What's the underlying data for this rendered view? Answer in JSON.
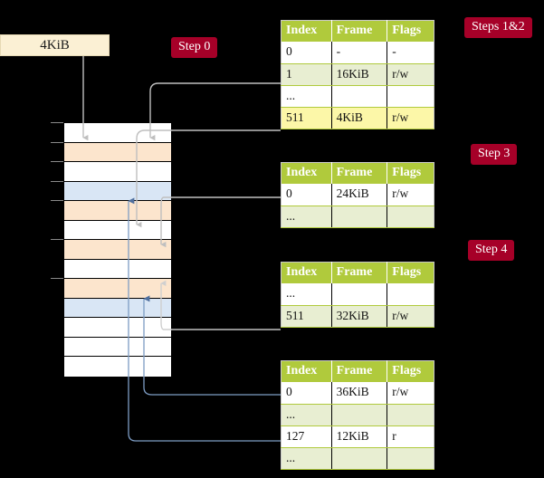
{
  "diagram": {
    "title_badges": [
      {
        "id": "steps-1-2",
        "label": "Steps 1&2"
      },
      {
        "id": "step-3",
        "label": "Step 3"
      },
      {
        "id": "step-4",
        "label": "Step 4"
      },
      {
        "id": "step-0",
        "label": "Step 0"
      }
    ],
    "virtual_address": {
      "label": "4KiB"
    },
    "colors": {
      "badge_bg": "#a60028",
      "badge_fg": "#ffffff",
      "table_header_bg": "#b0ca3c",
      "table_alt_row_bg": "#e8eed2",
      "highlight_bg": "#fcf7a8",
      "memory_orange": "#fce5cd",
      "memory_blue": "#d9e6f5",
      "vaddr_bg": "#fbf0d4",
      "wire_gray": "#b3b3b3",
      "wire_blue": "#7d9cc4",
      "background": "#000000"
    },
    "memory_column": {
      "rows": [
        {
          "index": 0,
          "fill": "white"
        },
        {
          "index": 1,
          "fill": "orange"
        },
        {
          "index": 2,
          "fill": "white"
        },
        {
          "index": 3,
          "fill": "blue"
        },
        {
          "index": 4,
          "fill": "orange"
        },
        {
          "index": 5,
          "fill": "white"
        },
        {
          "index": 6,
          "fill": "orange"
        },
        {
          "index": 7,
          "fill": "white"
        },
        {
          "index": 8,
          "fill": "orange"
        },
        {
          "index": 9,
          "fill": "blue"
        },
        {
          "index": 10,
          "fill": "white"
        },
        {
          "index": 11,
          "fill": "white"
        },
        {
          "index": 12,
          "fill": "white"
        }
      ]
    },
    "tables": [
      {
        "id": "table-level-1",
        "headers": [
          "Index",
          "Frame",
          "Flags"
        ],
        "rows": [
          {
            "cells": [
              "0",
              "-",
              "-"
            ],
            "style": "plain",
            "highlight": false
          },
          {
            "cells": [
              "1",
              "16KiB",
              "r/w"
            ],
            "style": "alt",
            "highlight": false
          },
          {
            "cells": [
              "...",
              "",
              ""
            ],
            "style": "plain",
            "highlight": false
          },
          {
            "cells": [
              "511",
              "4KiB",
              "r/w"
            ],
            "style": "alt",
            "highlight": true
          }
        ]
      },
      {
        "id": "table-level-2",
        "headers": [
          "Index",
          "Frame",
          "Flags"
        ],
        "rows": [
          {
            "cells": [
              "0",
              "24KiB",
              "r/w"
            ],
            "style": "plain",
            "highlight": false
          },
          {
            "cells": [
              "...",
              "",
              ""
            ],
            "style": "alt",
            "highlight": false
          }
        ]
      },
      {
        "id": "table-level-3",
        "headers": [
          "Index",
          "Frame",
          "Flags"
        ],
        "rows": [
          {
            "cells": [
              "...",
              "",
              ""
            ],
            "style": "plain",
            "highlight": false
          },
          {
            "cells": [
              "511",
              "32KiB",
              "r/w"
            ],
            "style": "alt",
            "highlight": false
          }
        ]
      },
      {
        "id": "table-level-4",
        "headers": [
          "Index",
          "Frame",
          "Flags"
        ],
        "rows": [
          {
            "cells": [
              "0",
              "36KiB",
              "r/w"
            ],
            "style": "plain",
            "highlight": false
          },
          {
            "cells": [
              "...",
              "",
              ""
            ],
            "style": "alt",
            "highlight": false
          },
          {
            "cells": [
              "127",
              "12KiB",
              "r"
            ],
            "style": "plain",
            "highlight": false
          },
          {
            "cells": [
              "...",
              "",
              ""
            ],
            "style": "alt",
            "highlight": false
          }
        ]
      }
    ]
  }
}
